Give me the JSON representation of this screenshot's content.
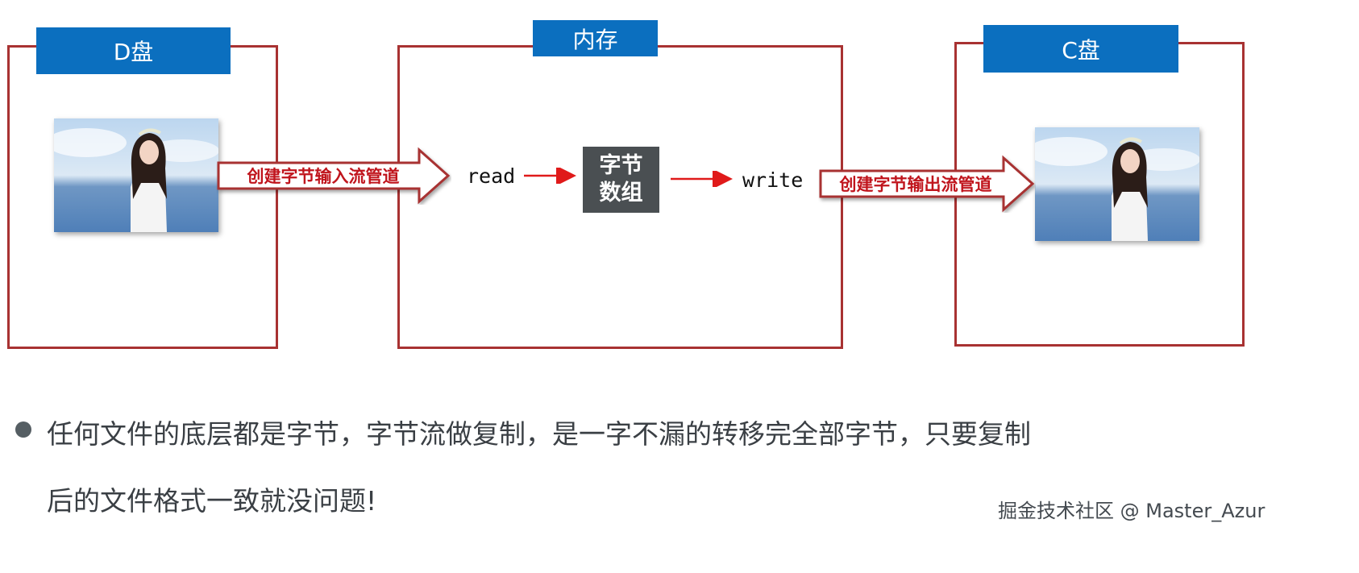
{
  "drives": {
    "d_label": "D盘",
    "c_label": "C盘",
    "memory_label": "内存"
  },
  "arrows": {
    "input_stream": "创建字节输入流管道",
    "output_stream": "创建字节输出流管道"
  },
  "memory": {
    "read": "read",
    "write": "write",
    "byte_array_line1": "字节",
    "byte_array_line2": "数组"
  },
  "bullet": {
    "line1": "任何文件的底层都是字节，字节流做复制，是一字不漏的转移完全部字节，只要复制",
    "line2": "后的文件格式一致就没问题!"
  },
  "watermark": "掘金技术社区 @ Master_Azur",
  "colors": {
    "frame": "#a83232",
    "title_box": "#0b6fbf",
    "arrow_red": "#c0141c",
    "byte_box": "#4a4f52"
  }
}
